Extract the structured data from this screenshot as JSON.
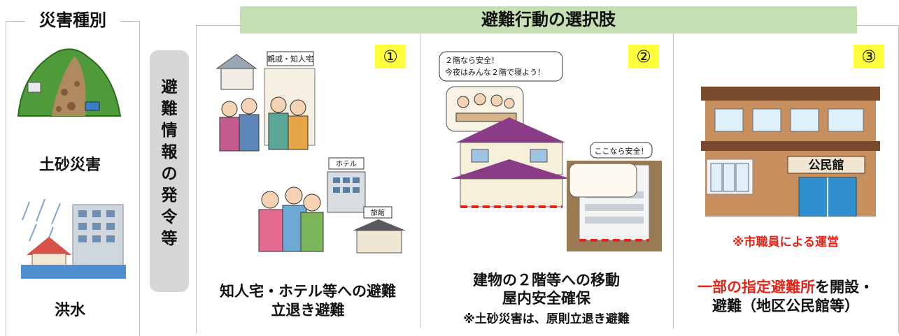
{
  "left": {
    "title": "災害種別",
    "disaster1": "土砂災害",
    "disaster2": "洪水"
  },
  "middle": {
    "chars": [
      "避",
      "難",
      "情",
      "報",
      "の",
      "発",
      "令",
      "等"
    ]
  },
  "right": {
    "header": "避難行動の選択肢",
    "options": [
      {
        "number": "①",
        "line1": "知人宅・ホテル等への避難",
        "line2": "立退き避難",
        "bubble_label1": "親戚・知人宅",
        "bubble_label2": "ホテル",
        "bubble_label3": "旅館"
      },
      {
        "number": "②",
        "line1": "建物の２階等への移動",
        "line2": "屋内安全確保",
        "note": "※土砂災害は、原則立退き避難",
        "speech1_line1": "２階なら安全！",
        "speech1_line2": "今夜はみんな２階で寝よう！",
        "speech2": "ここなら安全！"
      },
      {
        "number": "③",
        "note_top": "※市職員による運営",
        "line1_red": "一部の指定避難所",
        "line1_rest": "を開設・",
        "line2": "避難（地区公民館等）",
        "building_sign": "公民館"
      }
    ]
  },
  "colors": {
    "header_green": "#c5e0b3",
    "number_yellow": "#ffff3c",
    "accent_red": "#e3261a",
    "side_gray": "#d6d6d6"
  }
}
